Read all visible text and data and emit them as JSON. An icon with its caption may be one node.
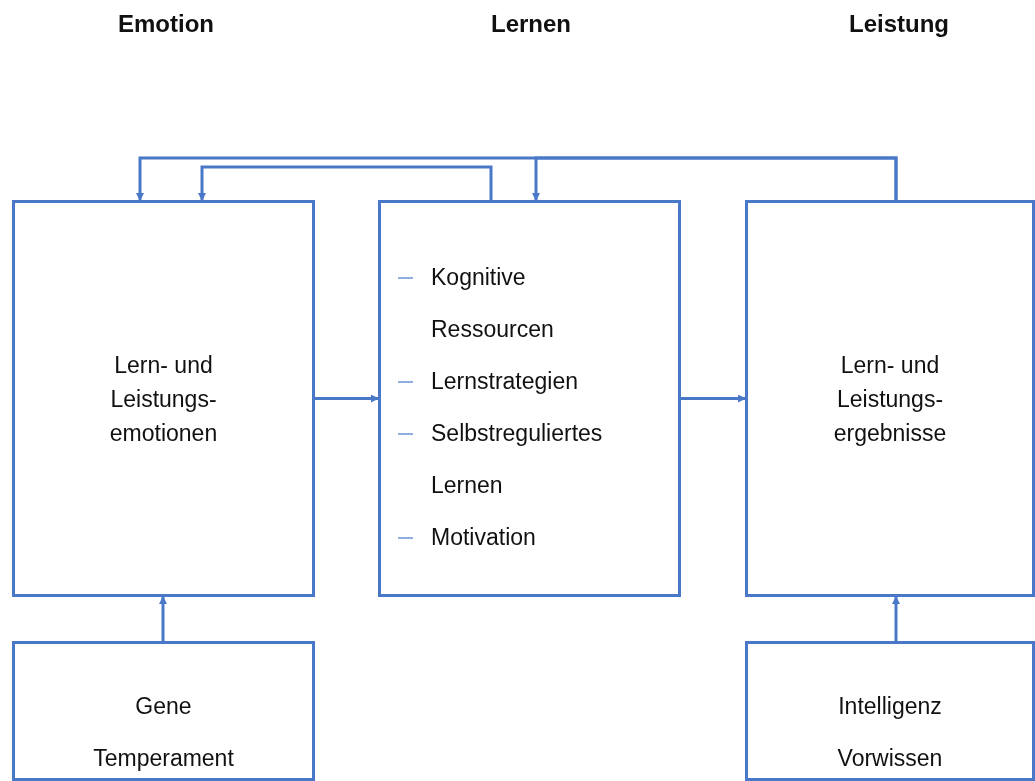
{
  "diagram": {
    "nodes": [
      {
        "text": [
          "Lern- und Leistungs- emotionen"
        ]
      },
      {
        "text": [
          "Kognitive Ressourcen",
          "Lernstrategien",
          "Selbstreguliertes Lernen",
          "Motivation"
        ]
      },
      {
        "text": [
          "Lern- und Leistungs- ergebnisse"
        ]
      },
      {
        "text": [
          "Gene",
          "Temperament"
        ]
      },
      {
        "text": [
          "Intelligenz",
          "Vorwissen"
        ]
      }
    ],
    "edges": [
      {
        "from": 0,
        "to": 1,
        "arrow": "to"
      },
      {
        "from": 1,
        "to": 2,
        "arrow": "to"
      },
      {
        "from": 2,
        "to": 0,
        "arrow": "to"
      },
      {
        "from": 2,
        "to": 1,
        "arrow": "to"
      },
      {
        "from": 1,
        "to": 0,
        "arrow": "to"
      },
      {
        "from": 3,
        "to": 0,
        "arrow": "to"
      },
      {
        "from": 4,
        "to": 2,
        "arrow": "to"
      }
    ],
    "labels": [
      "Emotion",
      "Lernen",
      "Leistung"
    ]
  }
}
